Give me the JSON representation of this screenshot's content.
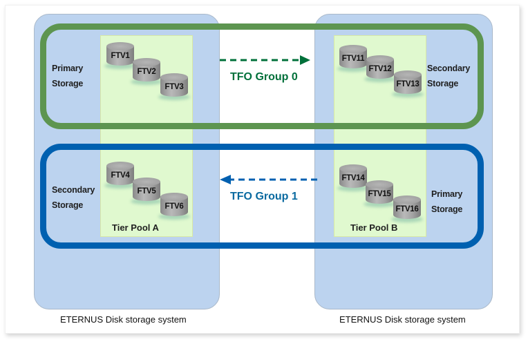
{
  "colors": {
    "group0": "#00703a",
    "group0_loop": "#5d9550",
    "group1": "#0060b0",
    "group1_label": "#0a6aa0",
    "storage_fill": "#bcd3ef",
    "pool_fill": "#e0f9cf"
  },
  "systems": [
    {
      "label": "ETERNUS Disk storage system",
      "pool_label": "Tier Pool A",
      "role_top": [
        "Primary",
        "Storage"
      ],
      "role_bottom": [
        "Secondary",
        "Storage"
      ],
      "volumes_top": [
        "FTV1",
        "FTV2",
        "FTV3"
      ],
      "volumes_bottom": [
        "FTV4",
        "FTV5",
        "FTV6"
      ]
    },
    {
      "label": "ETERNUS Disk storage system",
      "pool_label": "Tier Pool B",
      "role_top": [
        "Secondary",
        "Storage"
      ],
      "role_bottom": [
        "Primary",
        "Storage"
      ],
      "volumes_top": [
        "FTV11",
        "FTV12",
        "FTV13"
      ],
      "volumes_bottom": [
        "FTV14",
        "FTV15",
        "FTV16"
      ]
    }
  ],
  "groups": [
    {
      "label": "TFO Group 0",
      "direction": "left-to-right"
    },
    {
      "label": "TFO Group 1",
      "direction": "right-to-left"
    }
  ]
}
